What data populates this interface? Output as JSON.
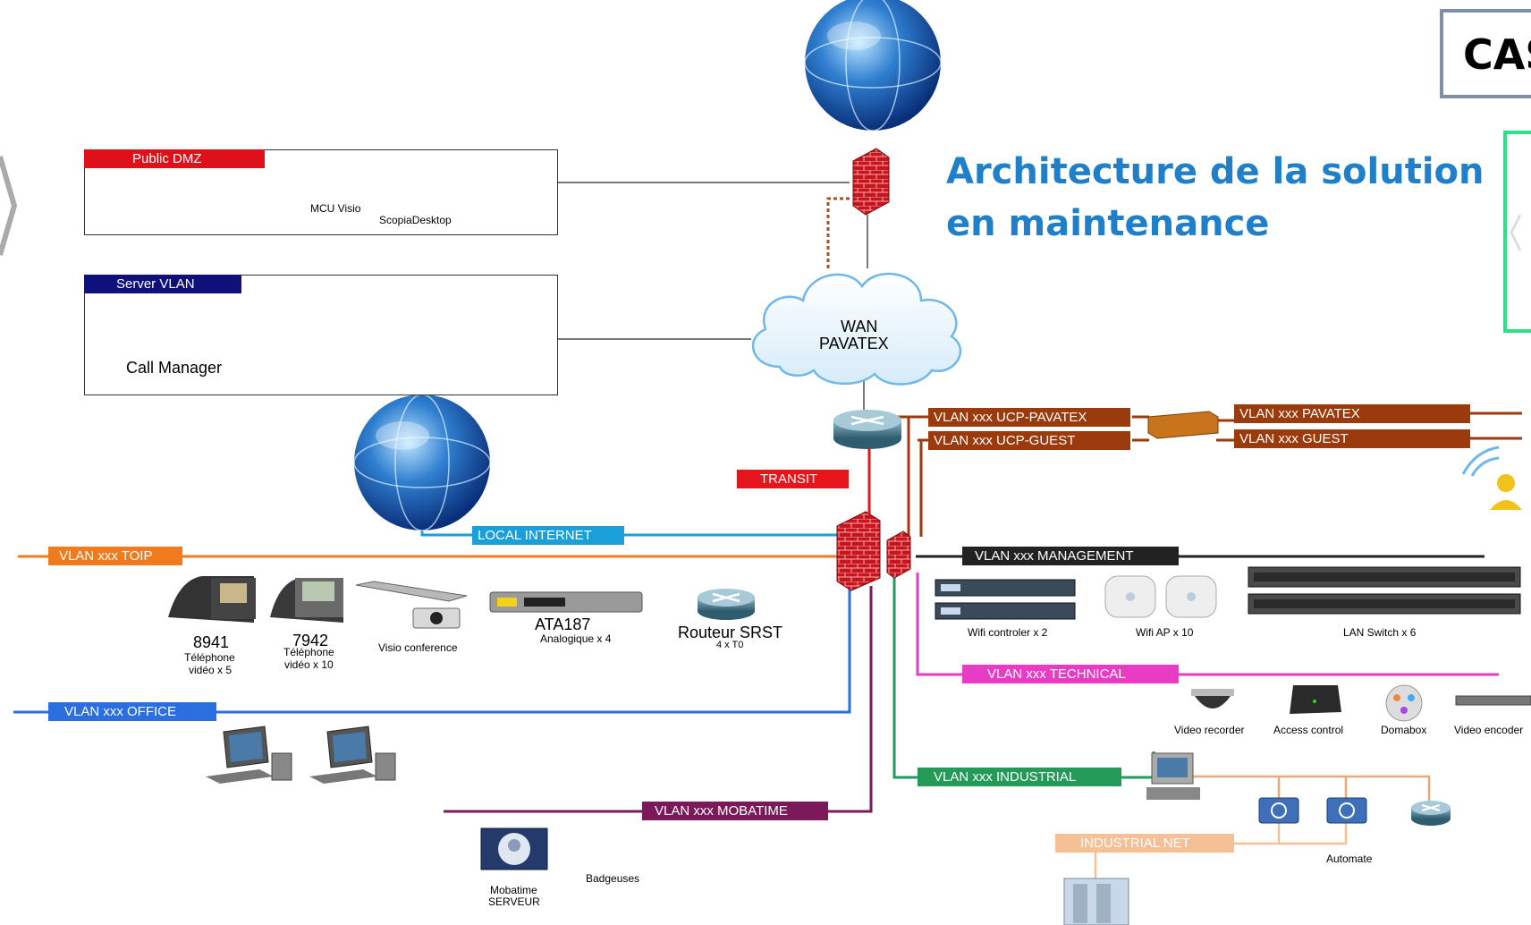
{
  "slide": {
    "title_line1": "Architecture de la solution",
    "title_line2": "en maintenance",
    "corner_label": "CAS"
  },
  "zones": {
    "public_dmz": {
      "label": "Public DMZ",
      "color": "#e0101a"
    },
    "server_vlan": {
      "label": "Server VLAN",
      "color": "#10107a"
    }
  },
  "devices": {
    "mcu": "MCU Visio",
    "scopia": "ScopiaDesktop",
    "call_manager": "Call Manager",
    "wan_line1": "WAN",
    "wan_line2": "PAVATEX",
    "phone_8941_model": "8941",
    "phone_8941_desc1": "Téléphone",
    "phone_8941_desc2": "vidéo x 5",
    "phone_7942_model": "7942",
    "phone_7942_desc1": "Téléphone",
    "phone_7942_desc2": "vidéo x 10",
    "visio": "Visio conference",
    "ata_model": "ATA187",
    "ata_desc": "Analogique x 4",
    "srst_model": "Routeur SRST",
    "srst_desc": "4 x T0",
    "wifi_controller": "Wifi controler x 2",
    "wifi_ap": "Wifi AP x 10",
    "lan_switch": "LAN Switch x 6",
    "video_recorder": "Video recorder",
    "access_control": "Access control",
    "domabox": "Domabox",
    "video_encoder": "Video encoder",
    "automate": "Automate",
    "mobatime_line1": "Mobatime",
    "mobatime_line2": "SERVEUR",
    "badgeuses": "Badgeuses"
  },
  "vlans": {
    "ucp_pavatex": {
      "label": "VLAN xxx UCP-PAVATEX",
      "color": "#9b3a0c"
    },
    "ucp_guest": {
      "label": "VLAN xxx UCP-GUEST",
      "color": "#9b3a0c"
    },
    "pavatex": {
      "label": "VLAN xxx PAVATEX",
      "color": "#9b3a0c"
    },
    "guest": {
      "label": "VLAN xxx GUEST",
      "color": "#9b3a0c"
    },
    "transit": {
      "label": "TRANSIT",
      "color": "#e8141b"
    },
    "local_internet": {
      "label": "LOCAL INTERNET",
      "color": "#1a9fd8"
    },
    "toip": {
      "label": "VLAN xxx TOIP",
      "color": "#f07a1e"
    },
    "management": {
      "label": "VLAN xxx MANAGEMENT",
      "color": "#222222"
    },
    "technical": {
      "label": "VLAN xxx TECHNICAL",
      "color": "#e83cc4"
    },
    "office": {
      "label": "VLAN xxx OFFICE",
      "color": "#2a6ee0"
    },
    "industrial": {
      "label": "VLAN xxx INDUSTRIAL",
      "color": "#239a58"
    },
    "mobatime": {
      "label": "VLAN xxx MOBATIME",
      "color": "#7a1a5a"
    },
    "industrial_net": {
      "label": "INDUSTRIAL NET",
      "color": "#f6c096"
    }
  }
}
